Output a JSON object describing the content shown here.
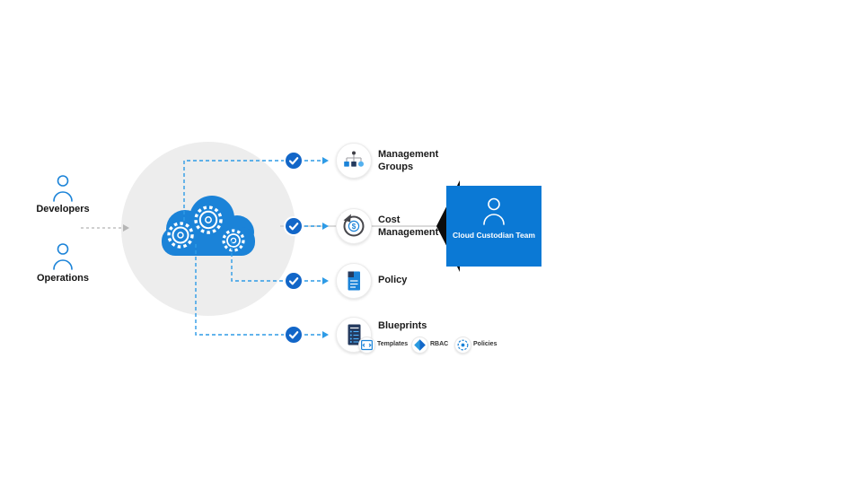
{
  "actors": [
    {
      "label": "Developers",
      "icon": "person-icon"
    },
    {
      "label": "Operations",
      "icon": "person-icon"
    }
  ],
  "cloud": {
    "icon": "azure-cloud-gears-icon"
  },
  "items": [
    {
      "label": "Management Groups",
      "icon": "management-groups-icon"
    },
    {
      "label": "Cost Management",
      "icon": "cost-management-icon",
      "symbol": "$"
    },
    {
      "label": "Policy",
      "icon": "policy-icon"
    },
    {
      "label": "Blueprints",
      "icon": "blueprints-icon",
      "children": [
        {
          "label": "Templates",
          "icon": "templates-icon"
        },
        {
          "label": "RBAC",
          "icon": "rbac-icon"
        },
        {
          "label": "Policies",
          "icon": "policies-icon"
        }
      ]
    }
  ],
  "team_box": {
    "label": "Cloud Custodian Team"
  },
  "colors": {
    "accent_blue": "#1b83d8",
    "dark_navy": "#243a5e",
    "box_blue": "#0b79d5",
    "check_blue": "#1266c8",
    "line_blue": "#2e9be6",
    "line_gray": "#b5b5b5",
    "circle_gray": "#ededed",
    "ribbon_black": "#0c0c0c"
  }
}
